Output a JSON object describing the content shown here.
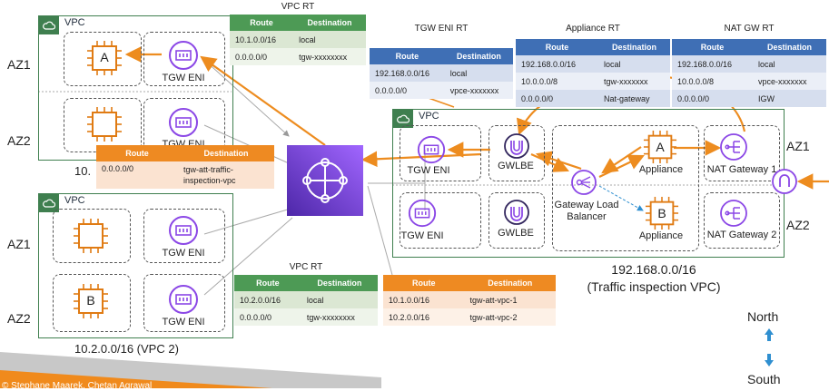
{
  "vpc_label": "VPC",
  "az": {
    "az1": "AZ1",
    "az2": "AZ2"
  },
  "vpc1": {
    "instance_a": "A",
    "tgw_eni_az1": "TGW ENI",
    "tgw_eni_az2": "TGW ENI",
    "cidr_partial": "10."
  },
  "vpc1_rt": {
    "title": "VPC RT",
    "headers": [
      "Route",
      "Destination"
    ],
    "rows": [
      [
        "10.1.0.0/16",
        "local"
      ],
      [
        "0.0.0.0/0",
        "tgw-xxxxxxxx"
      ]
    ]
  },
  "tgw_att_rt": {
    "headers": [
      "Route",
      "Destination"
    ],
    "rows": [
      [
        "0.0.0.0/0",
        "tgw-att-traffic-inspection-vpc"
      ]
    ]
  },
  "vpc2": {
    "instance_b": "B",
    "tgw_eni_az1": "TGW ENI",
    "tgw_eni_az2": "TGW ENI",
    "cidr": "10.2.0.0/16 (VPC 2)"
  },
  "vpc2_rt": {
    "title": "VPC RT",
    "headers": [
      "Route",
      "Destination"
    ],
    "rows": [
      [
        "10.2.0.0/16",
        "local"
      ],
      [
        "0.0.0.0/0",
        "tgw-xxxxxxxx"
      ]
    ]
  },
  "tgw_rt2": {
    "headers": [
      "Route",
      "Destination"
    ],
    "rows": [
      [
        "10.1.0.0/16",
        "tgw-att-vpc-1"
      ],
      [
        "10.2.0.0/16",
        "tgw-att-vpc-2"
      ]
    ]
  },
  "tgw_eni_rt": {
    "title": "TGW ENI RT",
    "headers": [
      "Route",
      "Destination"
    ],
    "rows": [
      [
        "192.168.0.0/16",
        "local"
      ],
      [
        "0.0.0.0/0",
        "vpce-xxxxxxx"
      ]
    ]
  },
  "appliance_rt": {
    "title": "Appliance RT",
    "headers": [
      "Route",
      "Destination"
    ],
    "rows": [
      [
        "192.168.0.0/16",
        "local"
      ],
      [
        "10.0.0.0/8",
        "tgw-xxxxxxx"
      ],
      [
        "0.0.0.0/0",
        "Nat-gateway"
      ]
    ]
  },
  "natgw_rt": {
    "title": "NAT GW RT",
    "headers": [
      "Route",
      "Destination"
    ],
    "rows": [
      [
        "192.168.0.0/16",
        "local"
      ],
      [
        "10.0.0.0/8",
        "vpce-xxxxxxx"
      ],
      [
        "0.0.0.0/0",
        "IGW"
      ]
    ]
  },
  "inspection": {
    "tgw_eni_az1": "TGW ENI",
    "tgw_eni_az2": "TGW ENI",
    "gwlbe_az1": "GWLBE",
    "gwlbe_az2": "GWLBE",
    "appliance_a_letter": "A",
    "appliance_a_label": "Appliance",
    "appliance_b_letter": "B",
    "appliance_b_label": "Appliance",
    "gwlb_label": "Gateway Load\nBalancer",
    "nat_az1": "NAT Gateway 1",
    "nat_az2": "NAT Gateway 2",
    "cidr": "192.168.0.0/16",
    "name": "(Traffic inspection VPC)"
  },
  "compass": {
    "north": "North",
    "south": "South"
  },
  "footer": {
    "credit": "© Stephane Maarek, Chetan Agrawal"
  },
  "colors": {
    "orange": "#ed8c1f",
    "vpc_green": "#3f7f4f",
    "tgw_purple": "#7b4bd6",
    "green_header": "#4d9a55",
    "blue_header": "#3f6fb5",
    "orange_header": "#ee8a22",
    "icon_purple": "#8b47e6",
    "ec2_orange": "#e07b13"
  }
}
